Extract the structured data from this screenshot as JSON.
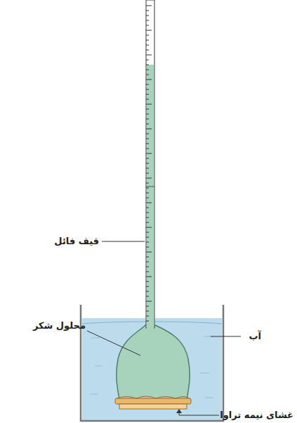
{
  "diagram": {
    "labels": [
      "قیف فائل",
      "محلول شکر",
      "آب",
      "غشای نیمه تراوا"
    ]
  }
}
